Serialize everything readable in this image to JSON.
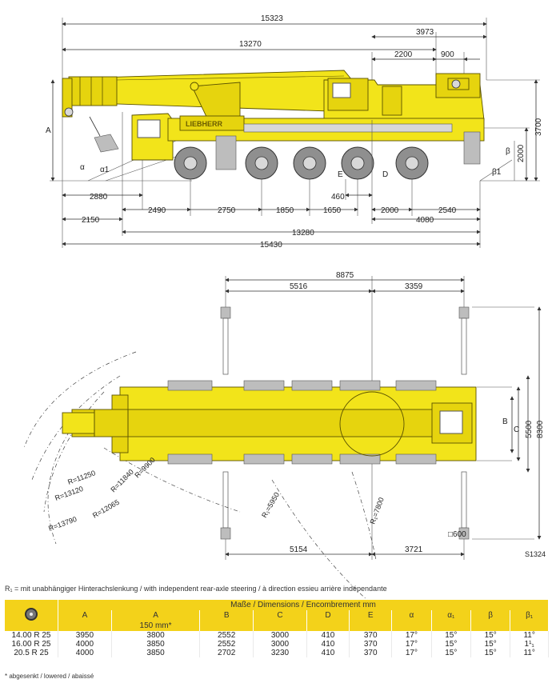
{
  "side_view": {
    "brand": "LIEBHERR",
    "top_dims": {
      "overall": "15323",
      "boom": "13270",
      "rear": "3973",
      "a": "2200",
      "b": "900"
    },
    "right_dims": {
      "h_total": "3700",
      "h_axle": "2000",
      "beta": "β",
      "beta1": "β1"
    },
    "left_labels": {
      "A": "A",
      "alpha": "α",
      "alpha1": "α1"
    },
    "axle_labels": {
      "E": "E",
      "D": "D"
    },
    "bottom_row1": [
      "2880",
      "460"
    ],
    "bottom_row2": [
      "2490",
      "2750",
      "1850",
      "1650",
      "2000",
      "2540"
    ],
    "bottom_row3": [
      "2150",
      "4080"
    ],
    "bottom_row4": "13280",
    "bottom_row5": "15430"
  },
  "top_view": {
    "top_dims": {
      "total": "8875",
      "left": "5516",
      "right": "3359"
    },
    "bottom_dims": {
      "left": "5154",
      "right": "3721"
    },
    "right_dims": {
      "B": "B",
      "C": "C",
      "d5500": "5500",
      "d8300": "8300"
    },
    "radii": [
      "R=9900",
      "R=11840",
      "R=11250",
      "R=12065",
      "R=13120",
      "R=13790",
      "R₁=5950",
      "R₁=7800"
    ],
    "pad": "□600",
    "code": "S1324"
  },
  "footnote": "R₁ =  mit unabhängiger Hinterachslenkung / with independent rear-axle steering / à direction essieu arrière indépendante",
  "table": {
    "title": "Maße / Dimensions / Encombrement mm",
    "headers": [
      "A",
      "A",
      "B",
      "C",
      "D",
      "E",
      "α",
      "α₁",
      "β",
      "β₁"
    ],
    "subheader": "150 mm*",
    "rows": [
      [
        "14.00 R 25",
        "3950",
        "3800",
        "2552",
        "3000",
        "410",
        "370",
        "17°",
        "15°",
        "15°",
        "11°"
      ],
      [
        "16.00 R 25",
        "4000",
        "3850",
        "2552",
        "3000",
        "410",
        "370",
        "17°",
        "15°",
        "15°",
        "1¹₁"
      ],
      [
        "20.5  R 25",
        "4000",
        "3850",
        "2702",
        "3230",
        "410",
        "370",
        "17°",
        "15°",
        "15°",
        "11°"
      ]
    ],
    "note": "* abgesenkt / lowered / abaissé"
  }
}
